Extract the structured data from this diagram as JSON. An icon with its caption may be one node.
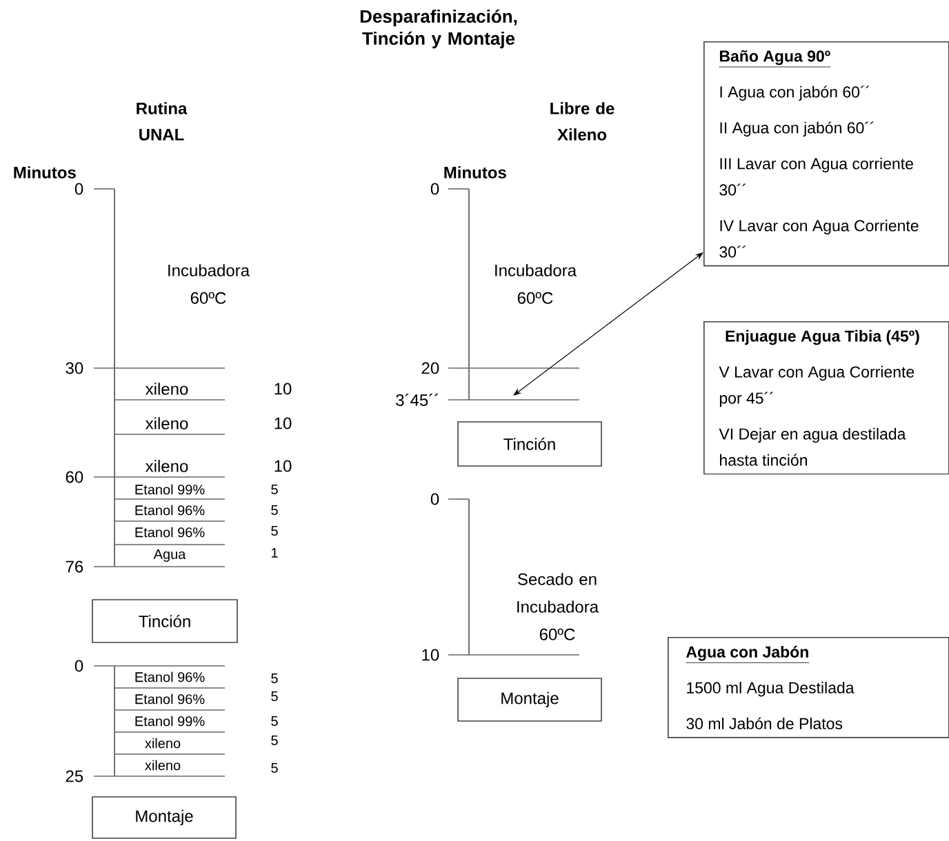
{
  "diagram": {
    "title": "Desparafinización, Tinción y Montaje",
    "nodes": [
      {
        "text": [
          "Tinción"
        ]
      },
      {
        "text": [
          "Montaje"
        ]
      },
      {
        "text": [
          "Tinción"
        ]
      },
      {
        "text": [
          "Montaje"
        ]
      },
      {
        "text": [
          "Baño Agua 90º",
          "I Agua con jabón 60´´",
          "II Agua con jabón 60´´",
          "III Lavar con Agua corriente 30´´",
          "IV Lavar con Agua Corriente 30´´"
        ]
      },
      {
        "text": [
          "Enjuague Agua Tibia (45º)",
          "V Lavar con Agua Corriente por 45´´",
          "VI Dejar en agua destilada hasta tinción"
        ]
      },
      {
        "text": [
          "Agua con Jabón",
          "1500 ml Agua Destilada",
          "30 ml Jabón de Platos"
        ]
      }
    ],
    "edges": [
      {
        "from": null,
        "to": 4,
        "arrow": "both"
      }
    ],
    "labels": [
      "Rutina UNAL",
      "Libre de Xileno",
      "Minutos",
      "Minutos",
      "0",
      "Incubadora 60ºC",
      "30",
      "xileno",
      "10",
      "xileno",
      "10",
      "xileno",
      "10",
      "60",
      "Etanol 99%",
      "5",
      "Etanol 96%",
      "5",
      "Etanol 96%",
      "5",
      "Agua",
      "1",
      "76",
      "0",
      "Etanol 96%",
      "5",
      "Etanol 96%",
      "5",
      "Etanol 99%",
      "5",
      "xileno",
      "5",
      "xileno",
      "5",
      "25",
      "0",
      "Incubadora 60ºC",
      "20",
      "3´45´´",
      "0",
      "Secado en Incubadora 60ºC",
      "10"
    ]
  }
}
